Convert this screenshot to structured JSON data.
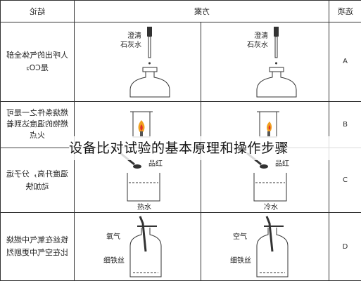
{
  "header": {
    "col_conclusion": "结论",
    "col_plan": "方案",
    "col_option": "选项"
  },
  "rows": [
    {
      "option": "A",
      "conclusion": [
        "人呼出的气体全部",
        "是CO₂"
      ],
      "left": {
        "labels": [
          "澄清",
          "石灰水"
        ]
      },
      "right": {
        "labels": [
          "澄清",
          "石灰水"
        ]
      }
    },
    {
      "option": "B",
      "conclusion": [
        "燃烧条件之一是可",
        "燃物的温度达到着",
        "火点"
      ],
      "left": {
        "labels": []
      },
      "right": {
        "labels": []
      }
    },
    {
      "option": "C",
      "conclusion": [
        "温度升高，分子运",
        "动加快"
      ],
      "left": {
        "labels": [
          "品红",
          "热水"
        ]
      },
      "right": {
        "labels": [
          "品红",
          "冷水"
        ]
      }
    },
    {
      "option": "D",
      "conclusion": [
        "铁丝在氧气中燃烧",
        "比在空气中更剧烈"
      ],
      "left": {
        "labels": [
          "氧气",
          "细铁丝"
        ]
      },
      "right": {
        "labels": [
          "空气",
          "细铁丝"
        ]
      }
    }
  ],
  "overlay": {
    "title": "设备比对试验的基本原理和操作步骤"
  },
  "colors": {
    "flame_outer": "#f0a020",
    "flame_inner": "#e0302a",
    "line": "#333333",
    "overlay_text": "#111111"
  }
}
